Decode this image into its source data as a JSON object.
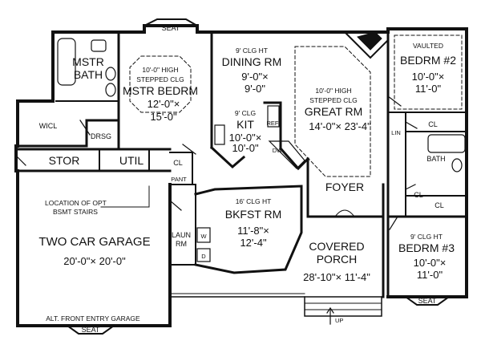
{
  "rooms": {
    "mstr_bath": [
      "MSTR",
      "BATH"
    ],
    "mstr_bedrm": {
      "note": [
        "10'-0\" HIGH",
        "STEPPED CLG"
      ],
      "name": "MSTR BEDRM",
      "dims": [
        "12'-0\"×",
        "15'-0\""
      ]
    },
    "dining": {
      "note": "9' CLG HT",
      "name": "DINING RM",
      "dims": [
        "9'-0\"×",
        "9'-0\""
      ]
    },
    "great": {
      "note": [
        "10'-0\" HIGH",
        "STEPPED CLG"
      ],
      "name": "GREAT RM",
      "dims": "14'-0\"× 23'-4\""
    },
    "bedrm2": {
      "note": "VAULTED",
      "name": "BEDRM #2",
      "dims": [
        "10'-0\"×",
        "11'-0\""
      ]
    },
    "kit": {
      "note": "9' CLG",
      "name": "KIT",
      "dims": [
        "10'-0\"×",
        "10'-0\""
      ]
    },
    "bkfst": {
      "note": "16' CLG HT",
      "name": "BKFST RM",
      "dims": [
        "11'-8\"×",
        "12'-4\""
      ]
    },
    "porch": {
      "name": [
        "COVERED",
        "PORCH"
      ],
      "dims": "28'-10\"× 11'-4\""
    },
    "bedrm3": {
      "note": "9' CLG HT",
      "name": "BEDRM #3",
      "dims": [
        "10'-0\"×",
        "11'-0\""
      ]
    },
    "garage": {
      "name": "TWO CAR GARAGE",
      "dims": "20'-0\"× 20'-0\""
    }
  },
  "labels": {
    "wicl": "WICL",
    "drsg": "DRSG",
    "stor": "STOR",
    "util": "UTIL",
    "cl": "CL",
    "pant": "PANT",
    "ref": "REF",
    "dw": "DW",
    "foyer": "FOYER",
    "lin": "LIN",
    "bath": "BATH",
    "laun": [
      "LAUN",
      "RM"
    ],
    "w": "W",
    "d": "D",
    "seat": "SEAT",
    "up": "UP",
    "bsmt": [
      "LOCATION OF OPT",
      "BSMT STAIRS"
    ],
    "alt_entry": "ALT. FRONT ENTRY GARAGE"
  }
}
